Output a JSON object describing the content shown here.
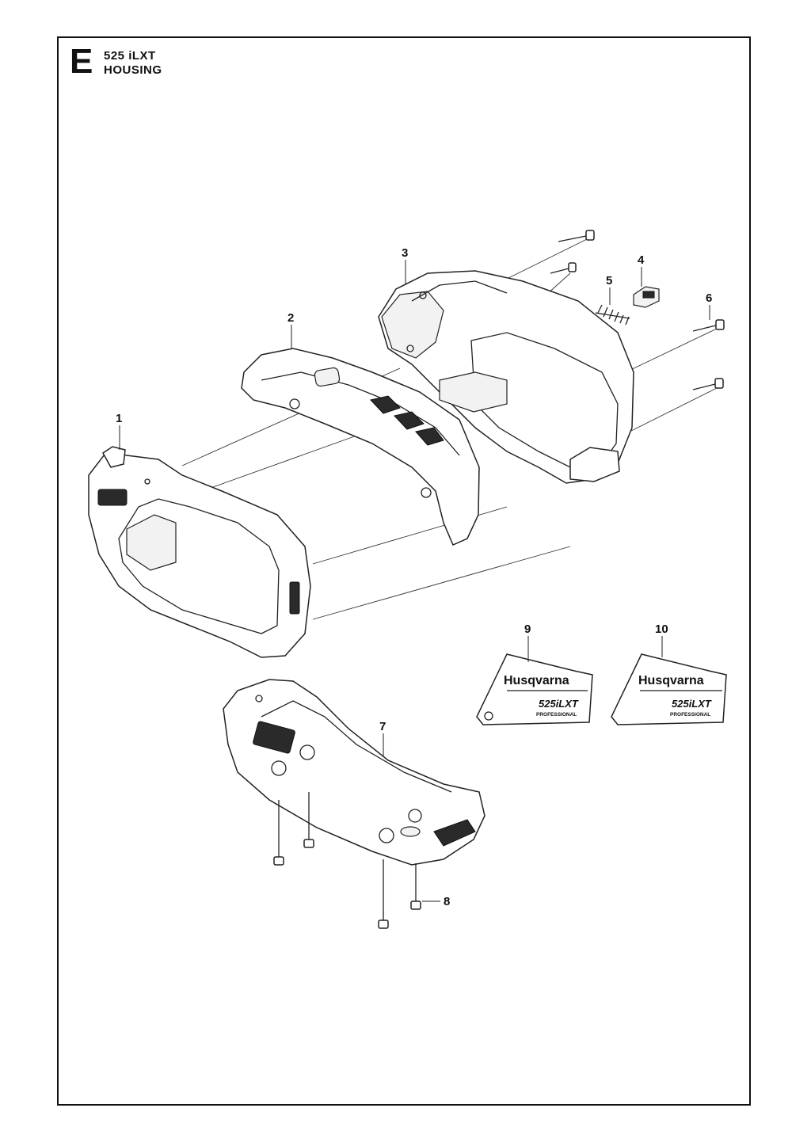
{
  "header": {
    "section_letter": "E",
    "model": "525 iLXT",
    "section_name": "HOUSING"
  },
  "callouts": {
    "p1": "1",
    "p2": "2",
    "p3": "3",
    "p4": "4",
    "p5": "5",
    "p6": "6",
    "p7": "7",
    "p8": "8",
    "p9": "9",
    "p10": "10"
  },
  "decals": {
    "brand": "Husqvarna",
    "model": "525iLXT",
    "tier": "PROFESSIONAL"
  }
}
